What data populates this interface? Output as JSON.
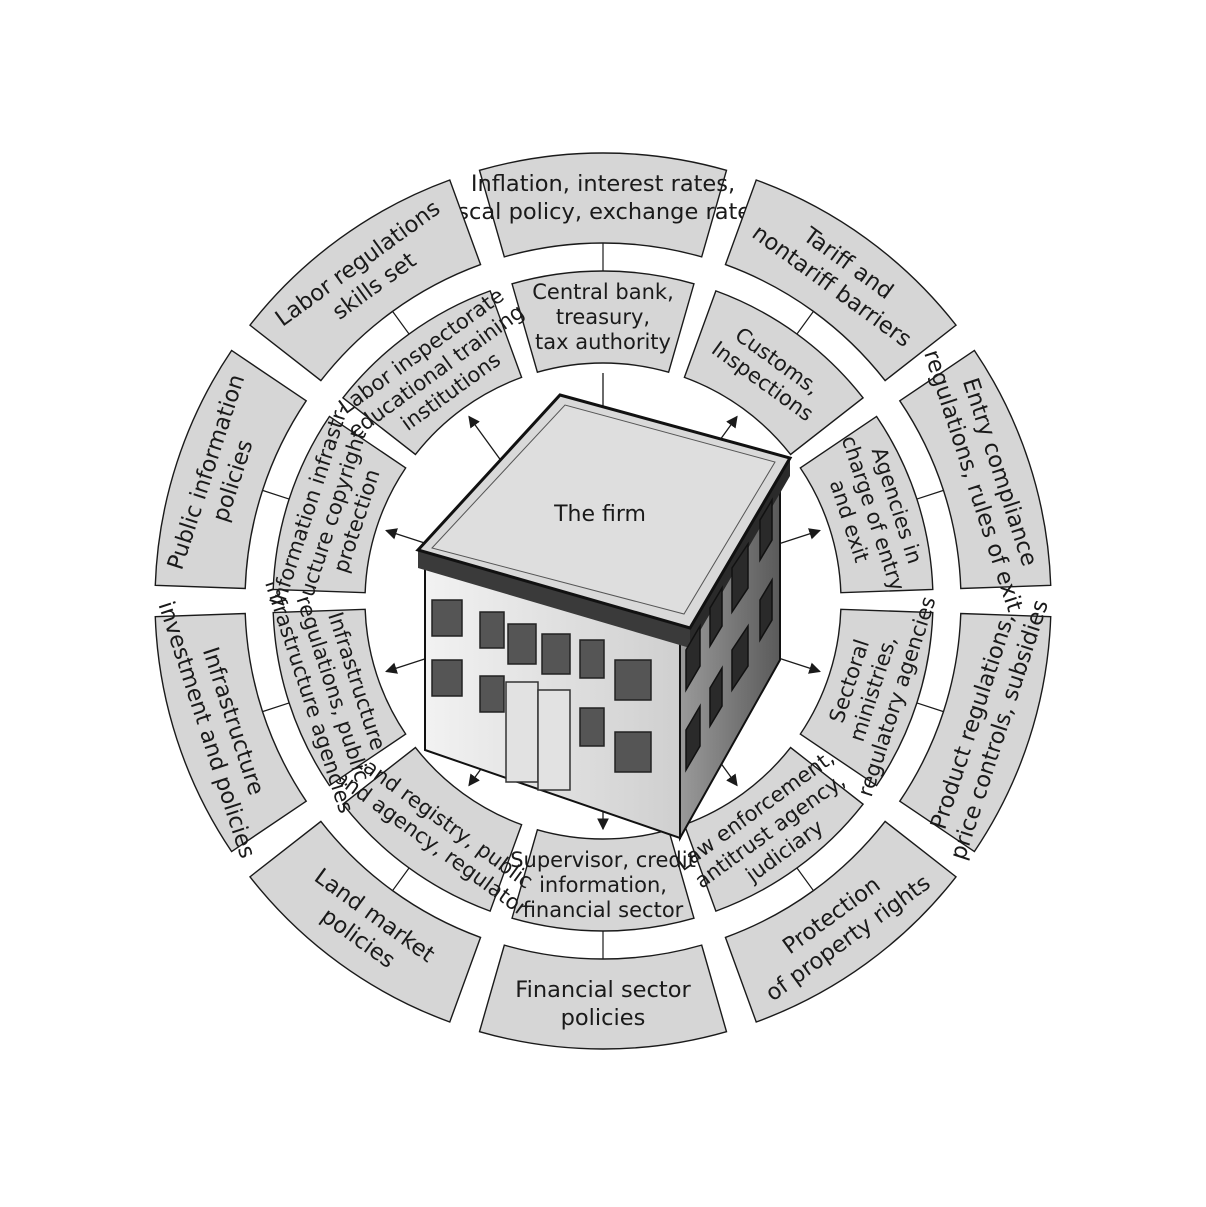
{
  "center": {
    "label": "The firm"
  },
  "segments": [
    {
      "id": "macro",
      "inner": [
        "Central bank,",
        "treasury,",
        "tax authority"
      ],
      "outer": [
        "Inflation, interest rates,",
        "fiscal policy, exchange rates"
      ],
      "arrow": "in"
    },
    {
      "id": "trade",
      "inner": [
        "Customs,",
        "Inspections"
      ],
      "outer": [
        "Tariff and",
        "nontariff barriers"
      ],
      "arrow": "both"
    },
    {
      "id": "entry",
      "inner": [
        "Agencies in",
        "charge of entry",
        "and exit"
      ],
      "outer": [
        "Entry compliance",
        "regulations, rules of exit"
      ],
      "arrow": "both"
    },
    {
      "id": "product",
      "inner": [
        "Sectoral",
        "ministries,",
        "regulatory agencies"
      ],
      "outer": [
        "Product regulations,",
        "price controls, subsidies"
      ],
      "arrow": "both"
    },
    {
      "id": "property",
      "inner": [
        "Law enforcement,",
        "antitrust agency,",
        "judiciary"
      ],
      "outer": [
        "Protection",
        "of property rights"
      ],
      "arrow": "both"
    },
    {
      "id": "finance",
      "inner": [
        "Supervisor, credit",
        "information,",
        "financial sector"
      ],
      "outer": [
        "Financial sector",
        "policies"
      ],
      "arrow": "both"
    },
    {
      "id": "land",
      "inner": [
        "Land registry, public",
        "land agency, regulator"
      ],
      "outer": [
        "Land market",
        "policies"
      ],
      "arrow": "both"
    },
    {
      "id": "infrastructure",
      "inner": [
        "Infrastructure",
        "regulations, public",
        "infrastructure agencies"
      ],
      "outer": [
        "Infrastructure",
        "investment and policies"
      ],
      "arrow": "both"
    },
    {
      "id": "information",
      "inner": [
        "Information infrastr-",
        "ucture copyright",
        "protection"
      ],
      "outer": [
        "Public information",
        "policies"
      ],
      "arrow": "both"
    },
    {
      "id": "labor",
      "inner": [
        "Labor inspectorate",
        "educational training",
        "institutions"
      ],
      "outer": [
        "Labor regulations",
        "skills set"
      ],
      "arrow": "both"
    }
  ]
}
